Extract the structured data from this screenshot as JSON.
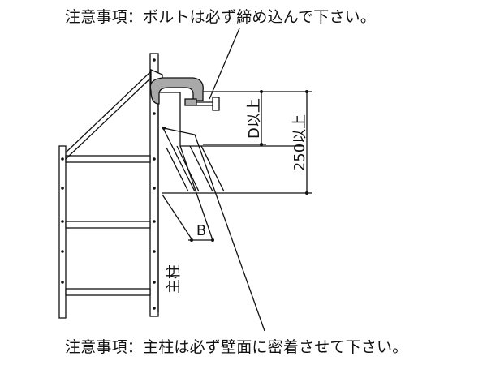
{
  "notes": {
    "top": "注意事項：ボルトは必ず締め込んで下さい。",
    "bottom": "注意事項：主柱は必ず壁面に密着させて下さい。"
  },
  "labels": {
    "dim_d": "D以上",
    "dim_250": "250以上",
    "gap_b": "B",
    "main_post": "主柱"
  },
  "colors": {
    "line": "#111111",
    "clamp_fill": "#a9a9a9",
    "background": "#ffffff"
  }
}
